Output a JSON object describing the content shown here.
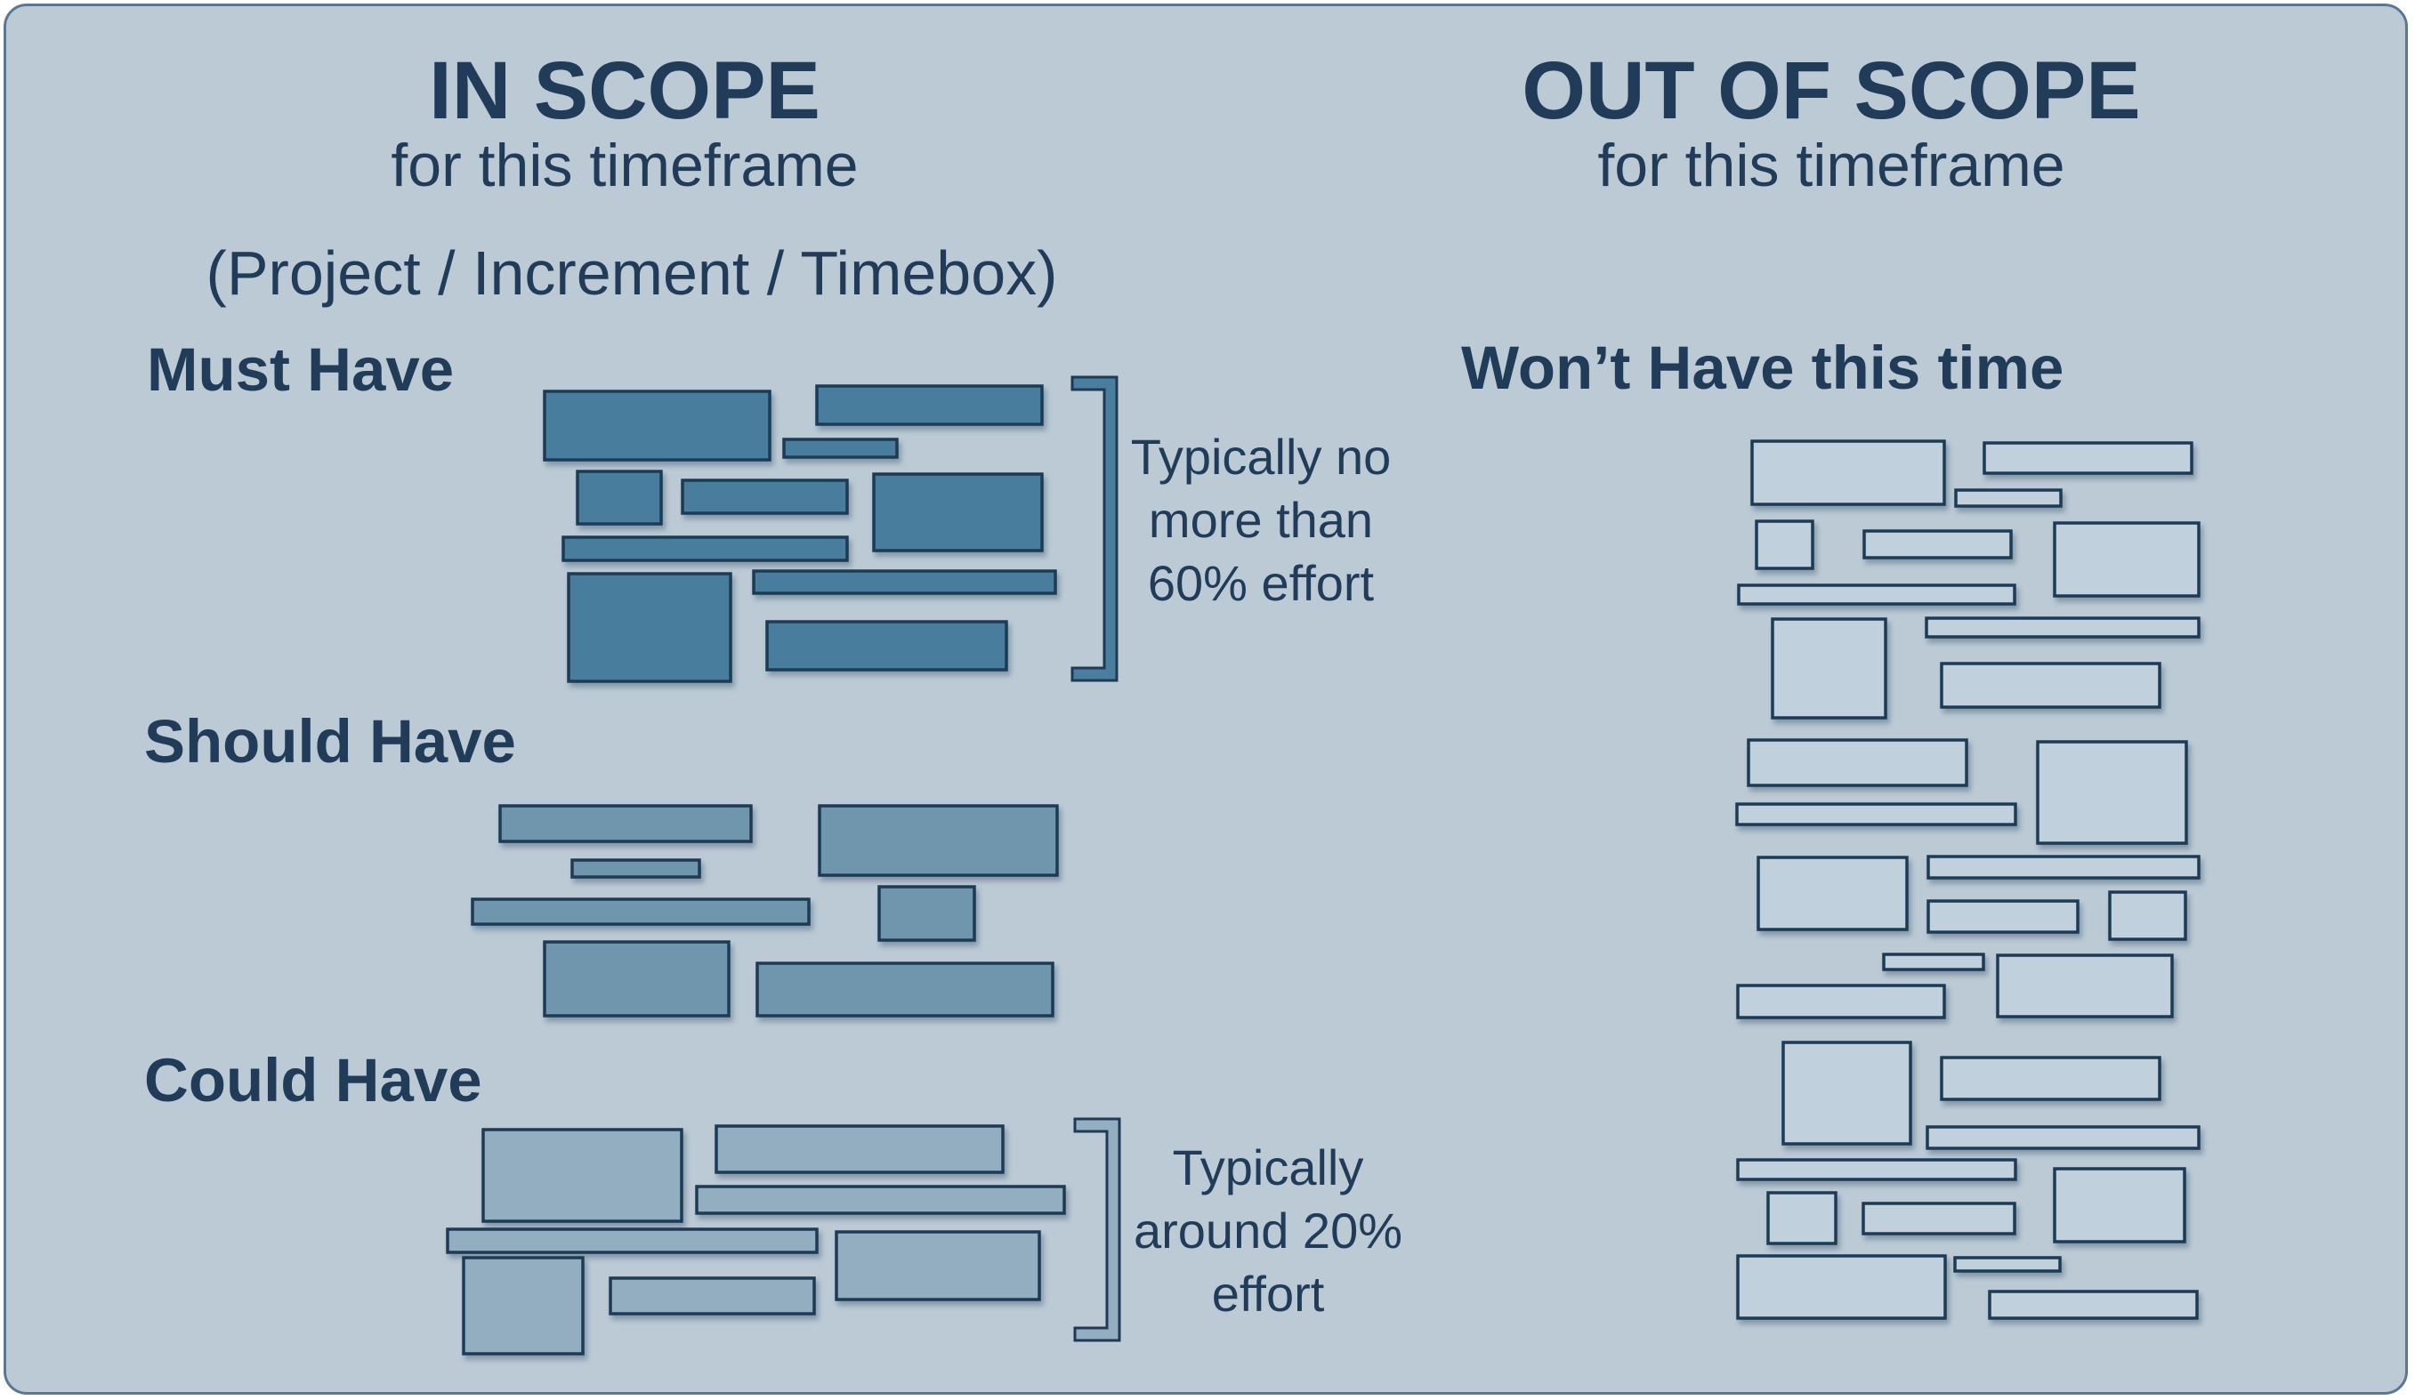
{
  "in_scope": {
    "title": "IN SCOPE",
    "subtitle": "for this timeframe",
    "scope_types": "(Project / Increment / Timebox)"
  },
  "out_of_scope": {
    "title": "OUT OF SCOPE",
    "subtitle": "for this timeframe"
  },
  "categories": {
    "must": {
      "label": "Must Have",
      "note": [
        "Typically no",
        "more than",
        "60% effort"
      ],
      "color": "#4a7d9e"
    },
    "should": {
      "label": "Should Have",
      "color": "#6f96ad"
    },
    "could": {
      "label": "Could Have",
      "note": [
        "Typically",
        "around 20%",
        "effort"
      ],
      "color": "#93aec0"
    },
    "wont": {
      "label": "Won’t Have this time",
      "color": "#c0d1dd"
    }
  },
  "colors": {
    "background": "#bccad6",
    "frame": "#5b7893",
    "text": "#213c58",
    "outline": "#1f3a55"
  }
}
